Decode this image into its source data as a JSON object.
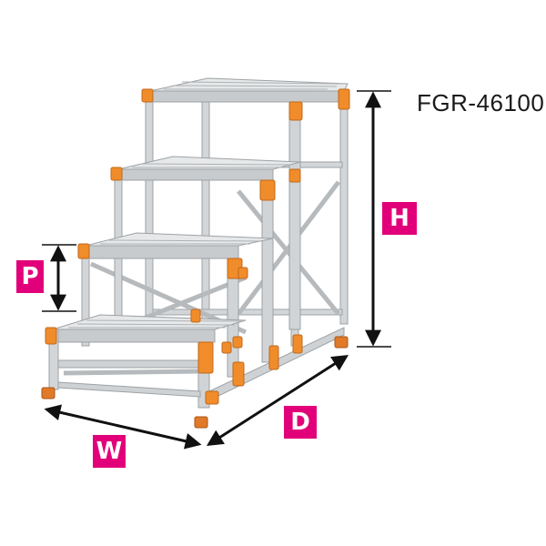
{
  "product": {
    "model_code": "FGR-46100"
  },
  "dimensions": {
    "height_label": "H",
    "step_pitch_label": "P",
    "width_label": "W",
    "depth_label": "D"
  },
  "illustration": {
    "subject": "four-step aluminum work platform stairs",
    "colors": {
      "frame": "#c9ccce",
      "frame_shadow": "#9ea2a5",
      "brackets": "#f08c2a",
      "feet": "#e07a28",
      "badge": "#e2007a",
      "arrow": "#111111"
    }
  }
}
